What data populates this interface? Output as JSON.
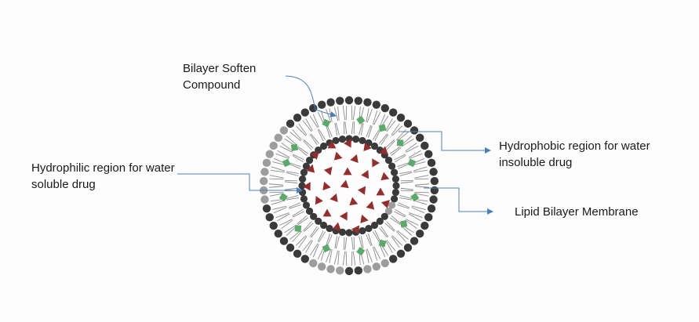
{
  "labels": {
    "soften_line1": "Bilayer Soften",
    "soften_line2": "Compound",
    "hydrophilic_line1": "Hydrophilic region for water",
    "hydrophilic_line2": "soluble drug",
    "hydrophobic_line1": "Hydrophobic region for water",
    "hydrophobic_line2": "insoluble drug",
    "membrane": "Lipid Bilayer Membrane"
  },
  "colors": {
    "head_dark": "#3a3a3a",
    "head_light": "#9d9d9d",
    "tail": "#8a8a8a",
    "softener": "#5aaa6a",
    "drug": "#962d2d",
    "arrow": "#4a7fbf"
  }
}
